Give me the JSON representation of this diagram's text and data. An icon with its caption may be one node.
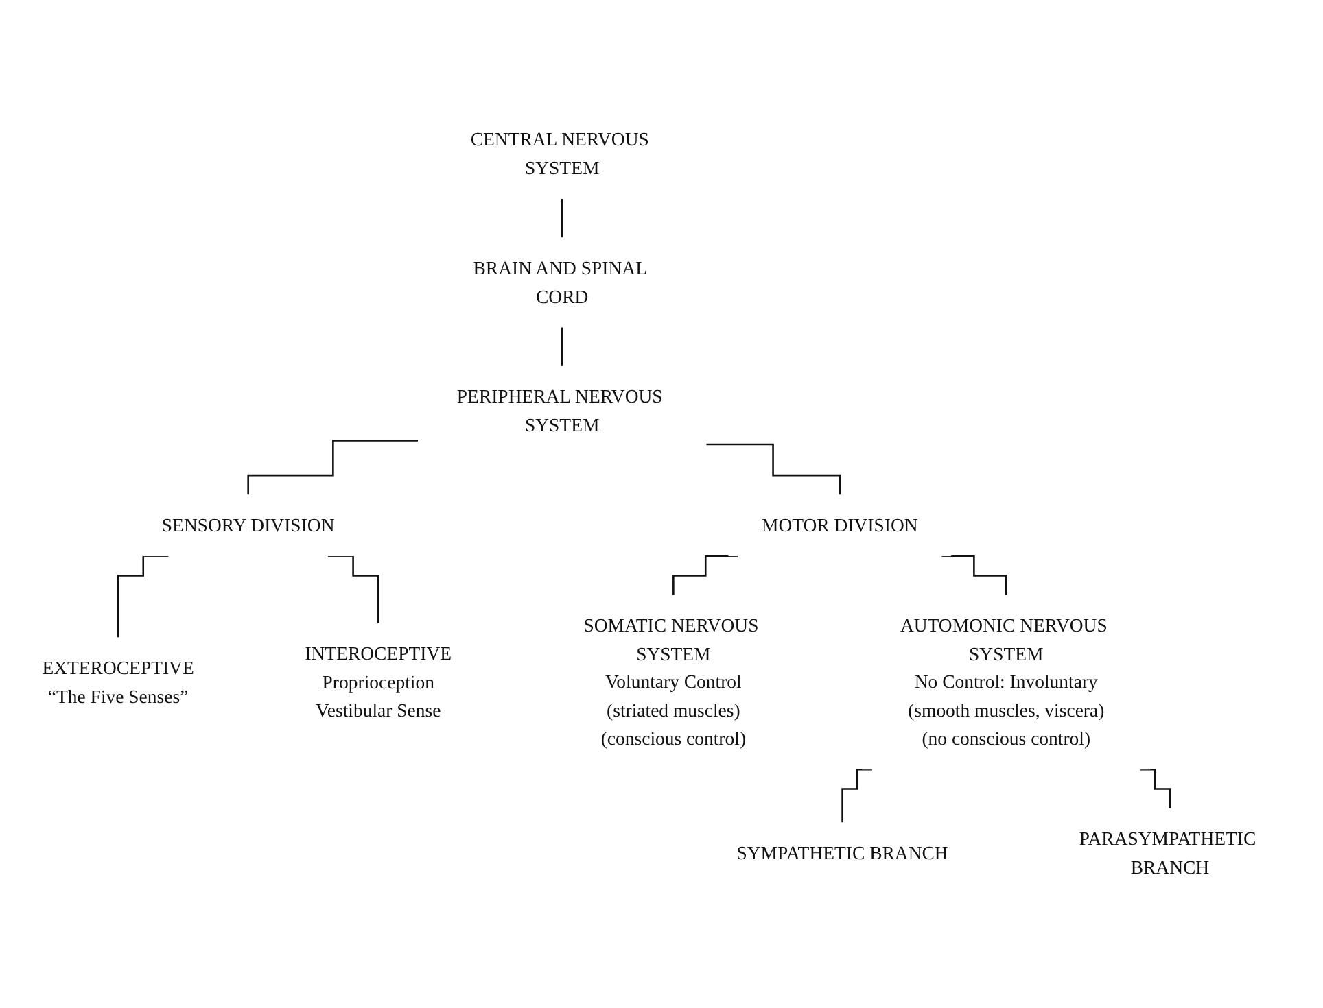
{
  "diagram": {
    "nodes": [
      {
        "text": [
          "CENTRAL NERVOUS SYSTEM"
        ]
      },
      {
        "text": [
          "BRAIN AND SPINAL CORD"
        ]
      },
      {
        "text": [
          "PERIPHERAL NERVOUS SYSTEM"
        ]
      },
      {
        "text": [
          "SENSORY DIVISION"
        ]
      },
      {
        "text": [
          "MOTOR DIVISION"
        ]
      },
      {
        "text": [
          "EXTEROCEPTIVE",
          "“The Five Senses”"
        ]
      },
      {
        "text": [
          "INTEROCEPTIVE",
          "Proprioception",
          "Vestibular Sense"
        ]
      },
      {
        "text": [
          "SOMATIC NERVOUS SYSTEM",
          "Voluntary Control",
          "(striated muscles)",
          "(conscious control)"
        ]
      },
      {
        "text": [
          "AUTOMONIC NERVOUS SYSTEM",
          "No Control: Involuntary",
          "(smooth muscles, viscera)",
          "(no conscious control)"
        ]
      },
      {
        "text": [
          "SYMPATHETIC BRANCH"
        ]
      },
      {
        "text": [
          "PARASYMPATHETIC BRANCH"
        ]
      }
    ],
    "edges": [
      {
        "from": 0,
        "to": 1,
        "arrow": "none"
      },
      {
        "from": 1,
        "to": 2,
        "arrow": "none"
      },
      {
        "from": 2,
        "to": 3,
        "arrow": "none"
      },
      {
        "from": 2,
        "to": 4,
        "arrow": "none"
      },
      {
        "from": 3,
        "to": 5,
        "arrow": "none"
      },
      {
        "from": 3,
        "to": 6,
        "arrow": "none"
      },
      {
        "from": 4,
        "to": 7,
        "arrow": "none"
      },
      {
        "from": 4,
        "to": 8,
        "arrow": "none"
      },
      {
        "from": 8,
        "to": 9,
        "arrow": "none"
      },
      {
        "from": 8,
        "to": 10,
        "arrow": "none"
      }
    ]
  }
}
